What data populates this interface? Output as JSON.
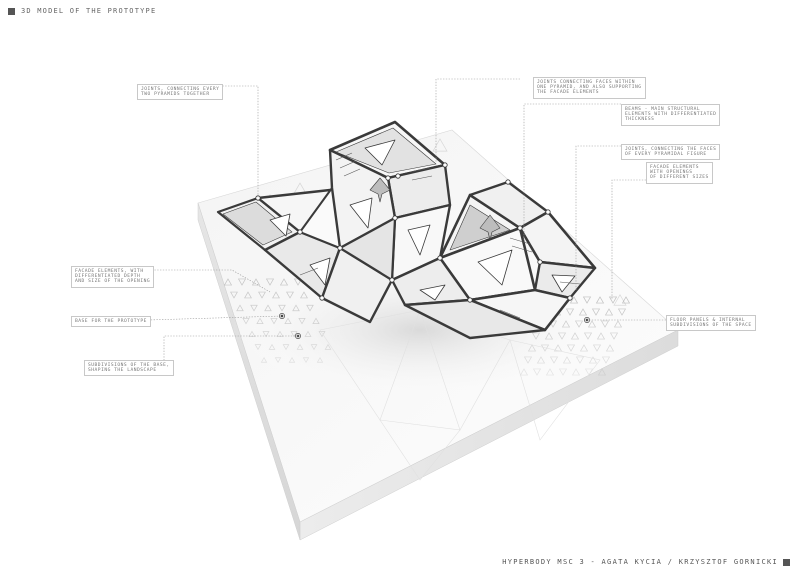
{
  "header": {
    "title": "3D model of the prototype"
  },
  "footer": {
    "credits": "HYPERBODY MSC 3 - AGATA KYCIA / KRZYSZTOF GORNICKI"
  },
  "annotations": {
    "joints_every_two": "JOINTS, CONNECTING EVERY\nTWO PYRAMIDS TOGETHER",
    "joints_within": "JOINTS CONNECTING FACES WITHIN\nONE PYRAMID, AND ALSO SUPPORTING\nTHE FACADE ELEMENTS",
    "beams": "BEAMS - MAIN STRUCTURAL\nELEMENTS WITH DIFFERENTIATED\nTHICKNESS",
    "joints_faces": "JOINTS, CONNECTING THE FACES\nOF EVERY PYRAMIDAL FIGURE",
    "facade_openings": "FACADE ELEMENTS\nWITH OPENINGS\nOF DIFFERENT SIZES",
    "facade_depth": "FACADE ELEMENTS, WITH\nDIFFERENTIATED DEPTH\nAND SIZE OF THE OPENING",
    "base": "BASE FOR THE PROTOTYPE",
    "subdivisions_base": "SUBDIVISIONS OF THE BASE,\nSHAPING THE LANDSCAPE",
    "floor_panels": "FLOOR PANELS & INTERNAL\nSUBDIVISIONS OF THE SPACE"
  },
  "colors": {
    "accent": "#555555",
    "leader": "#9a9a9a",
    "structure": "#3a3a3a"
  }
}
